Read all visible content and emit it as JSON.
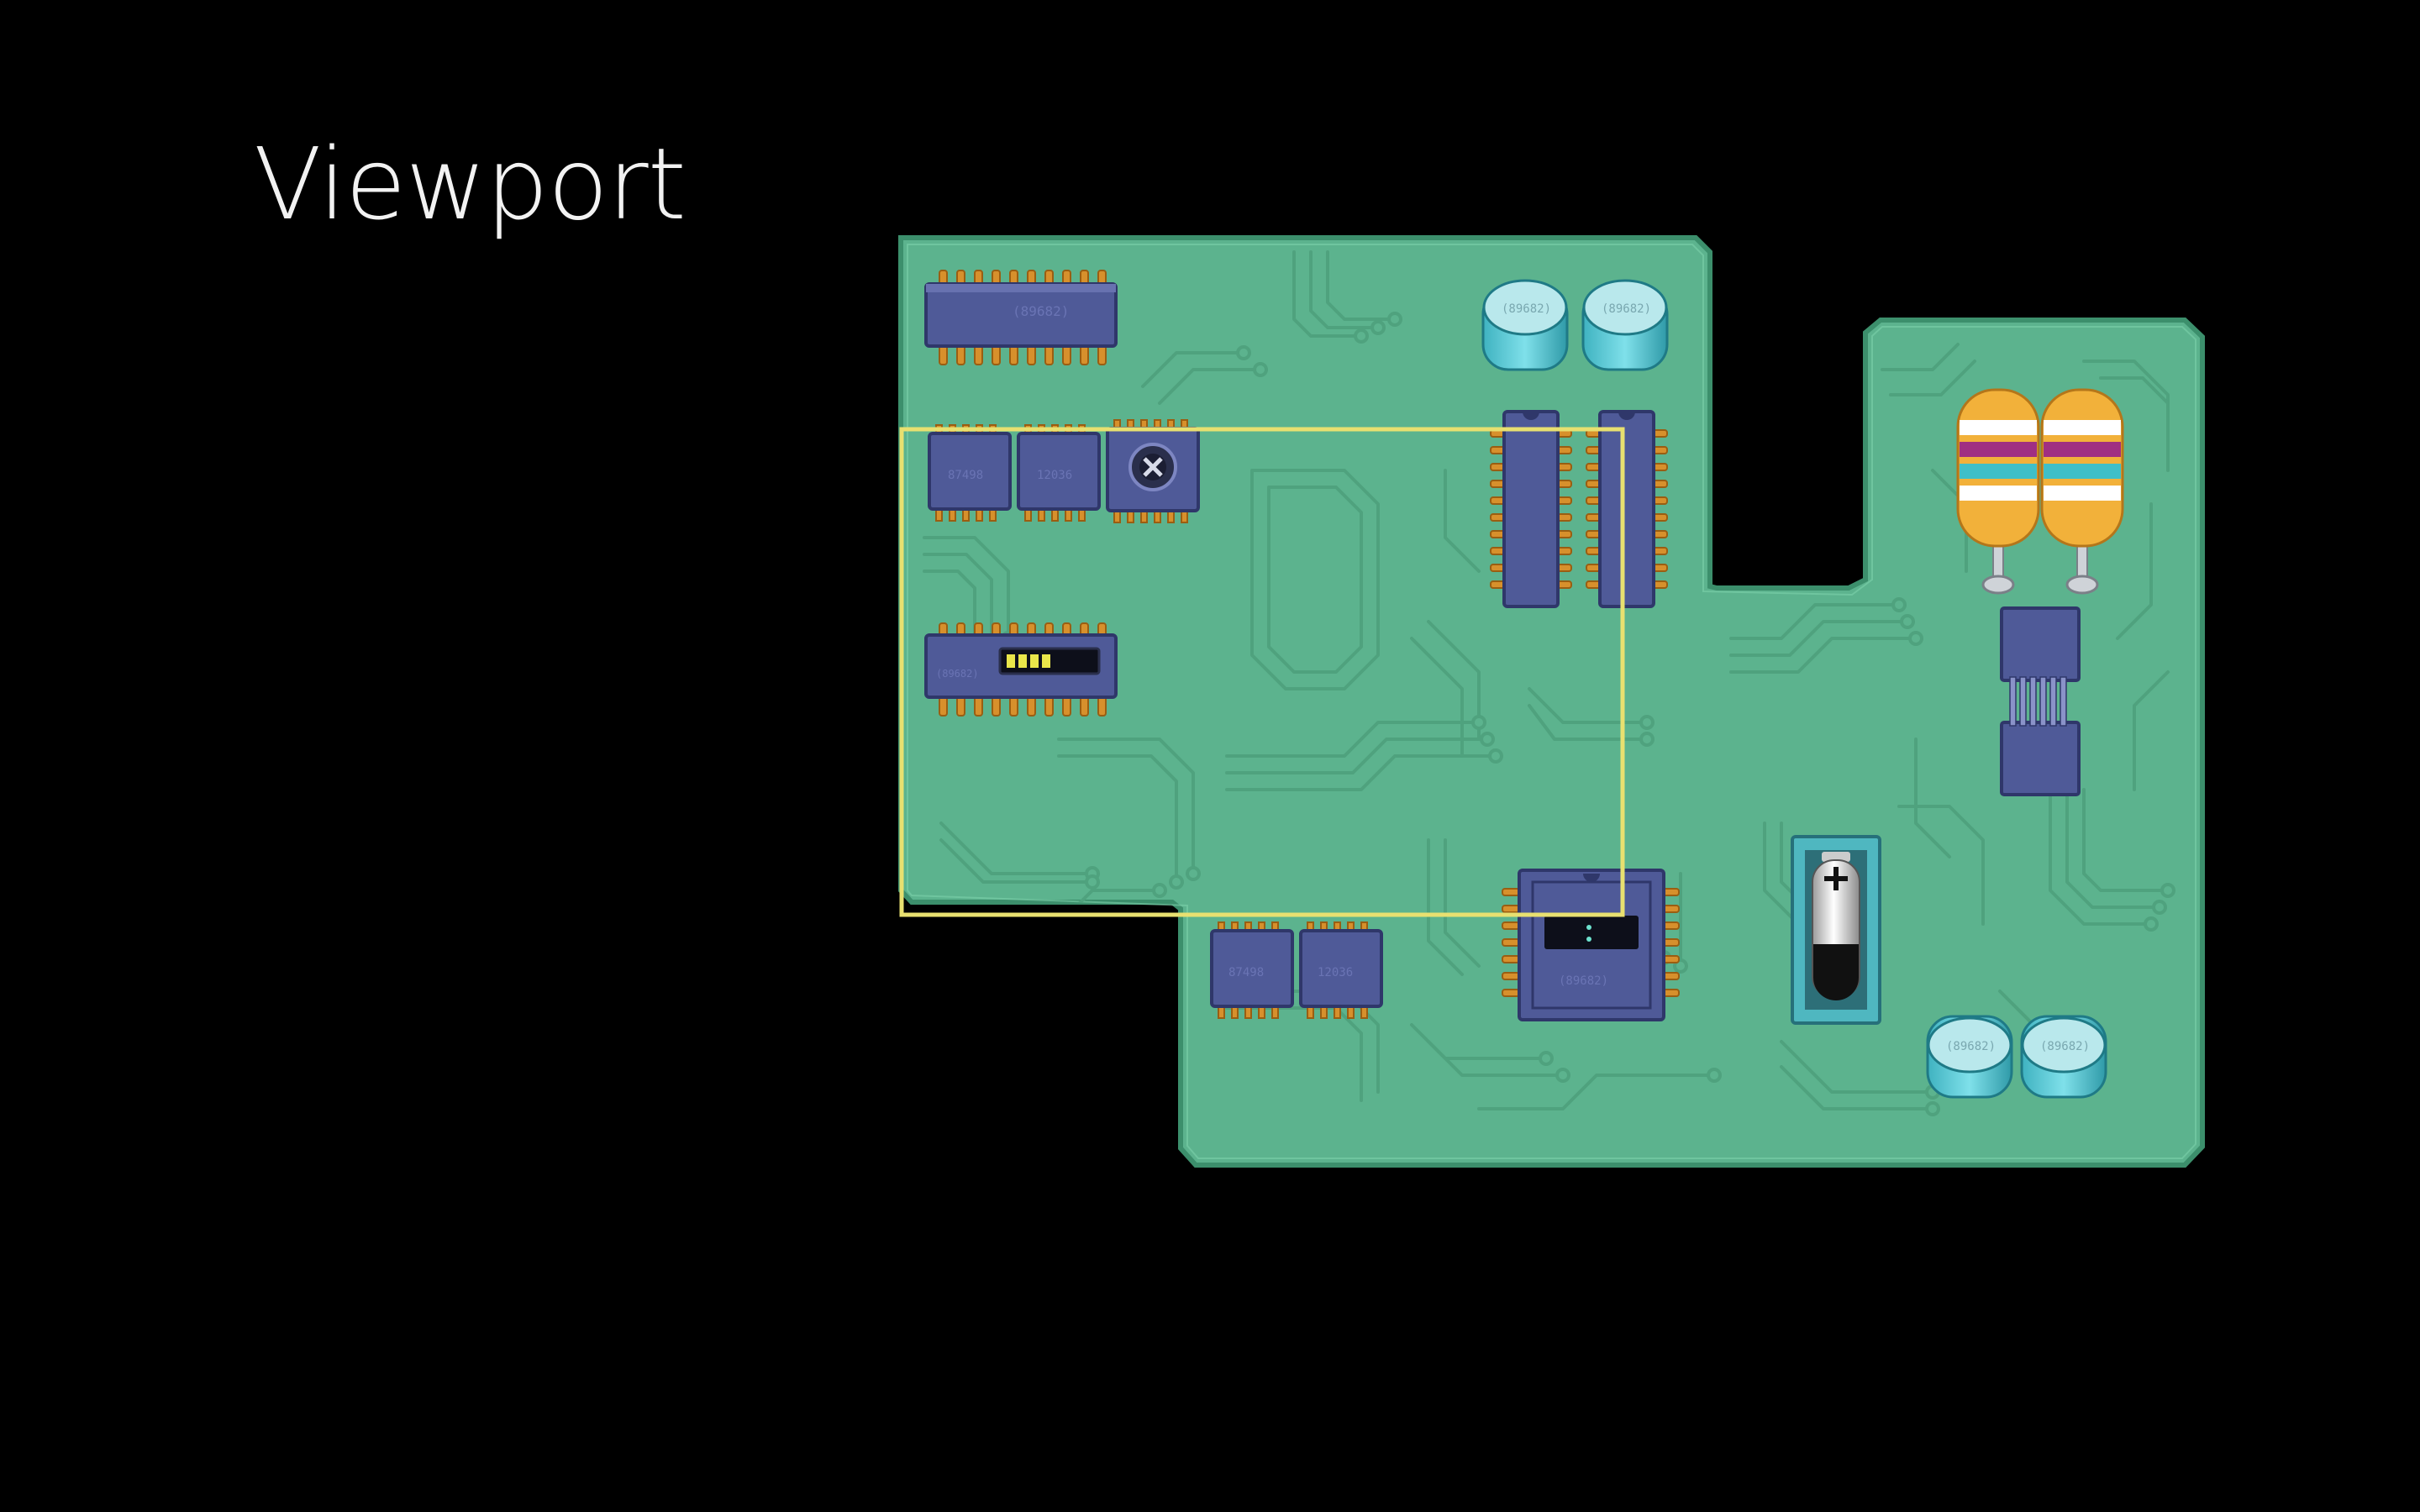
{
  "slide": {
    "title": "Viewport"
  },
  "board": {
    "color": "#5cb38e",
    "edge_color": "#3c8f6c",
    "trace_color": "#4fa27e",
    "viewport_outline_color": "#e8e070"
  },
  "components": {
    "chip_color": "#4f5a98",
    "pin_color": "#d7902c",
    "capacitor_label": "(89682)",
    "chip_texts": [
      "(89682)",
      "(89682)",
      "(89682)",
      "(89682)"
    ],
    "icons": [
      "chip-icon",
      "capacitor-icon",
      "resistor-icon",
      "battery-icon",
      "led-bar-icon",
      "display-icon",
      "knob-icon"
    ]
  }
}
